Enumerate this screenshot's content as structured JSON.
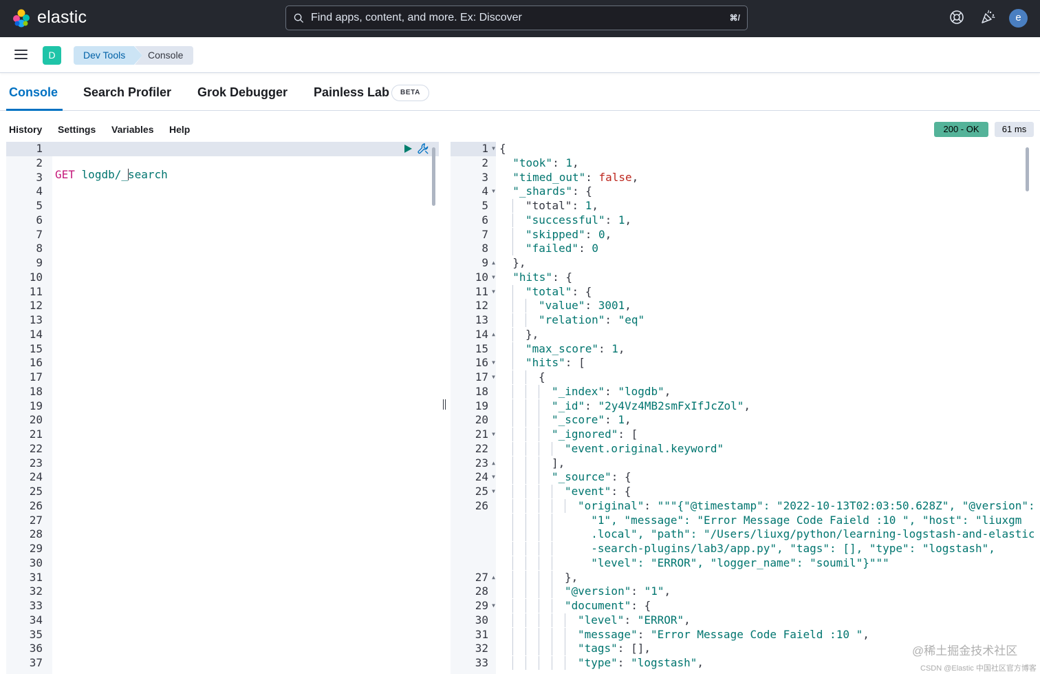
{
  "header": {
    "brand": "elastic",
    "search_placeholder": "Find apps, content, and more. Ex: Discover",
    "search_shortcut": "⌘/",
    "avatar_initial": "e"
  },
  "breadcrumb_bar": {
    "space_initial": "D",
    "crumbs": [
      "Dev Tools",
      "Console"
    ]
  },
  "tabs": {
    "items": [
      "Console",
      "Search Profiler",
      "Grok Debugger",
      "Painless Lab"
    ],
    "active": "Console",
    "beta_badge": "BETA"
  },
  "toolbar": {
    "history": "History",
    "settings": "Settings",
    "variables": "Variables",
    "help": "Help",
    "status": "200 - OK",
    "duration": "61 ms"
  },
  "input_editor": {
    "line_count": 37,
    "method": "GET",
    "url_before_cursor": "logdb/_",
    "url_after_cursor": "search"
  },
  "output_editor": {
    "lines": [
      {
        "n": "1",
        "fold": "down",
        "d": 0,
        "t": [
          [
            "p",
            "{"
          ]
        ]
      },
      {
        "n": "2",
        "d": 0,
        "t": [
          [
            "p",
            "  "
          ],
          [
            "s",
            "\"took\""
          ],
          [
            "p",
            ": "
          ],
          [
            "m",
            "1"
          ],
          [
            "p",
            ","
          ]
        ]
      },
      {
        "n": "3",
        "d": 0,
        "t": [
          [
            "p",
            "  "
          ],
          [
            "s",
            "\"timed_out\""
          ],
          [
            "p",
            ": "
          ],
          [
            "b",
            "false"
          ],
          [
            "p",
            ","
          ]
        ]
      },
      {
        "n": "4",
        "fold": "down",
        "d": 0,
        "t": [
          [
            "p",
            "  "
          ],
          [
            "s",
            "\"_shards\""
          ],
          [
            "p",
            ": {"
          ]
        ]
      },
      {
        "n": "5",
        "d": 1,
        "t": [
          [
            "p",
            "\"total\""
          ],
          [
            "p",
            ": "
          ],
          [
            "m",
            "1"
          ],
          [
            "p",
            ","
          ]
        ]
      },
      {
        "n": "6",
        "d": 1,
        "t": [
          [
            "s",
            "\"successful\""
          ],
          [
            "p",
            ": "
          ],
          [
            "m",
            "1"
          ],
          [
            "p",
            ","
          ]
        ]
      },
      {
        "n": "7",
        "d": 1,
        "t": [
          [
            "s",
            "\"skipped\""
          ],
          [
            "p",
            ": "
          ],
          [
            "m",
            "0"
          ],
          [
            "p",
            ","
          ]
        ]
      },
      {
        "n": "8",
        "d": 1,
        "t": [
          [
            "s",
            "\"failed\""
          ],
          [
            "p",
            ": "
          ],
          [
            "m",
            "0"
          ]
        ]
      },
      {
        "n": "9",
        "fold": "up",
        "d": 0,
        "t": [
          [
            "p",
            "  },"
          ]
        ]
      },
      {
        "n": "10",
        "fold": "down",
        "d": 0,
        "t": [
          [
            "p",
            "  "
          ],
          [
            "s",
            "\"hits\""
          ],
          [
            "p",
            ": {"
          ]
        ]
      },
      {
        "n": "11",
        "fold": "down",
        "d": 1,
        "t": [
          [
            "s",
            "\"total\""
          ],
          [
            "p",
            ": {"
          ]
        ]
      },
      {
        "n": "12",
        "d": 2,
        "t": [
          [
            "s",
            "\"value\""
          ],
          [
            "p",
            ": "
          ],
          [
            "m",
            "3001"
          ],
          [
            "p",
            ","
          ]
        ]
      },
      {
        "n": "13",
        "d": 2,
        "t": [
          [
            "s",
            "\"relation\""
          ],
          [
            "p",
            ": "
          ],
          [
            "s",
            "\"eq\""
          ]
        ]
      },
      {
        "n": "14",
        "fold": "up",
        "d": 1,
        "t": [
          [
            "p",
            "},"
          ]
        ]
      },
      {
        "n": "15",
        "d": 1,
        "t": [
          [
            "s",
            "\"max_score\""
          ],
          [
            "p",
            ": "
          ],
          [
            "m",
            "1"
          ],
          [
            "p",
            ","
          ]
        ]
      },
      {
        "n": "16",
        "fold": "down",
        "d": 1,
        "t": [
          [
            "s",
            "\"hits\""
          ],
          [
            "p",
            ": ["
          ]
        ]
      },
      {
        "n": "17",
        "fold": "down",
        "d": 2,
        "t": [
          [
            "p",
            "{"
          ]
        ]
      },
      {
        "n": "18",
        "d": 3,
        "t": [
          [
            "s",
            "\"_index\""
          ],
          [
            "p",
            ": "
          ],
          [
            "s",
            "\"logdb\""
          ],
          [
            "p",
            ","
          ]
        ]
      },
      {
        "n": "19",
        "d": 3,
        "t": [
          [
            "s",
            "\"_id\""
          ],
          [
            "p",
            ": "
          ],
          [
            "s",
            "\"2y4Vz4MB2smFxIfJcZol\""
          ],
          [
            "p",
            ","
          ]
        ]
      },
      {
        "n": "20",
        "d": 3,
        "t": [
          [
            "s",
            "\"_score\""
          ],
          [
            "p",
            ": "
          ],
          [
            "m",
            "1"
          ],
          [
            "p",
            ","
          ]
        ]
      },
      {
        "n": "21",
        "fold": "down",
        "d": 3,
        "t": [
          [
            "s",
            "\"_ignored\""
          ],
          [
            "p",
            ": ["
          ]
        ]
      },
      {
        "n": "22",
        "d": 4,
        "t": [
          [
            "s",
            "\"event.original.keyword\""
          ]
        ]
      },
      {
        "n": "23",
        "fold": "up",
        "d": 3,
        "t": [
          [
            "p",
            "],"
          ]
        ]
      },
      {
        "n": "24",
        "fold": "down",
        "d": 3,
        "t": [
          [
            "s",
            "\"_source\""
          ],
          [
            "p",
            ": {"
          ]
        ]
      },
      {
        "n": "25",
        "fold": "down",
        "d": 4,
        "t": [
          [
            "s",
            "\"event\""
          ],
          [
            "p",
            ": {"
          ]
        ]
      },
      {
        "n": "26",
        "d": 5,
        "t": [
          [
            "s",
            "\"original\""
          ],
          [
            "p",
            ": "
          ],
          [
            "s",
            "\"\"\"{\"@timestamp\": \"2022-10-13T02:03:50.628Z\", \"@version\":"
          ]
        ]
      },
      {
        "n": "",
        "d": -6,
        "t": [
          [
            "s",
            "\"1\", \"message\": \"Error Message Code Faield :10 \", \"host\": \"liuxgm"
          ]
        ]
      },
      {
        "n": "",
        "d": -6,
        "t": [
          [
            "s",
            ".local\", \"path\": \"/Users/liuxg/python/learning-logstash-and-elastic"
          ]
        ]
      },
      {
        "n": "",
        "d": -6,
        "t": [
          [
            "s",
            "-search-plugins/lab3/app.py\", \"tags\": [], \"type\": \"logstash\","
          ]
        ]
      },
      {
        "n": "",
        "d": -6,
        "t": [
          [
            "s",
            "\"level\": \"ERROR\", \"logger_name\": \"soumil\"}\"\"\""
          ]
        ]
      },
      {
        "n": "27",
        "fold": "up",
        "d": 4,
        "t": [
          [
            "p",
            "},"
          ]
        ]
      },
      {
        "n": "28",
        "d": 4,
        "t": [
          [
            "s",
            "\"@version\""
          ],
          [
            "p",
            ": "
          ],
          [
            "s",
            "\"1\""
          ],
          [
            "p",
            ","
          ]
        ]
      },
      {
        "n": "29",
        "fold": "down",
        "d": 4,
        "t": [
          [
            "s",
            "\"document\""
          ],
          [
            "p",
            ": {"
          ]
        ]
      },
      {
        "n": "30",
        "d": 5,
        "t": [
          [
            "s",
            "\"level\""
          ],
          [
            "p",
            ": "
          ],
          [
            "s",
            "\"ERROR\""
          ],
          [
            "p",
            ","
          ]
        ]
      },
      {
        "n": "31",
        "d": 5,
        "t": [
          [
            "s",
            "\"message\""
          ],
          [
            "p",
            ": "
          ],
          [
            "s",
            "\"Error Message Code Faield :10 \""
          ],
          [
            "p",
            ","
          ]
        ]
      },
      {
        "n": "32",
        "d": 5,
        "t": [
          [
            "s",
            "\"tags\""
          ],
          [
            "p",
            ": "
          ],
          [
            "p",
            "[],"
          ]
        ]
      },
      {
        "n": "33",
        "d": 5,
        "t": [
          [
            "s",
            "\"type\""
          ],
          [
            "p",
            ": "
          ],
          [
            "s",
            "\"logstash\""
          ],
          [
            "p",
            ","
          ]
        ]
      }
    ]
  },
  "watermark": {
    "main": "@稀土掘金技术社区",
    "sub": "CSDN @Elastic 中国社区官方博客"
  },
  "colors": {
    "header_bg": "#25282f",
    "accent": "#0071c2",
    "status_ok": "#54b399",
    "string": "#00756f",
    "method": "#c5187a",
    "boolean": "#bd271e"
  }
}
